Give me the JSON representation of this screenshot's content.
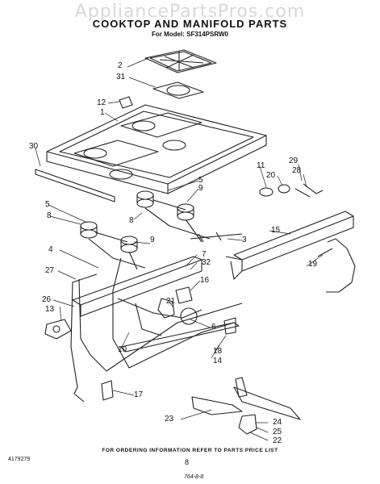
{
  "watermark": "AppliancePartsPros.com",
  "title": "COOKTOP AND MANIFOLD PARTS",
  "model": "For Model: SF314PSRW0",
  "callouts": [
    "2",
    "31",
    "12",
    "1",
    "30",
    "11",
    "20",
    "29",
    "28",
    "5",
    "9",
    "5",
    "8",
    "8",
    "15",
    "3",
    "9",
    "7",
    "32",
    "4",
    "27",
    "19",
    "16",
    "26",
    "13",
    "21",
    "10",
    "6",
    "18",
    "14",
    "17",
    "23",
    "24",
    "25",
    "22"
  ],
  "footer": "FOR ORDERING INFORMATION REFER TO PARTS PRICE LIST",
  "page_number": "8",
  "diagram_code": "764-8-8",
  "doc_number": "4179279"
}
